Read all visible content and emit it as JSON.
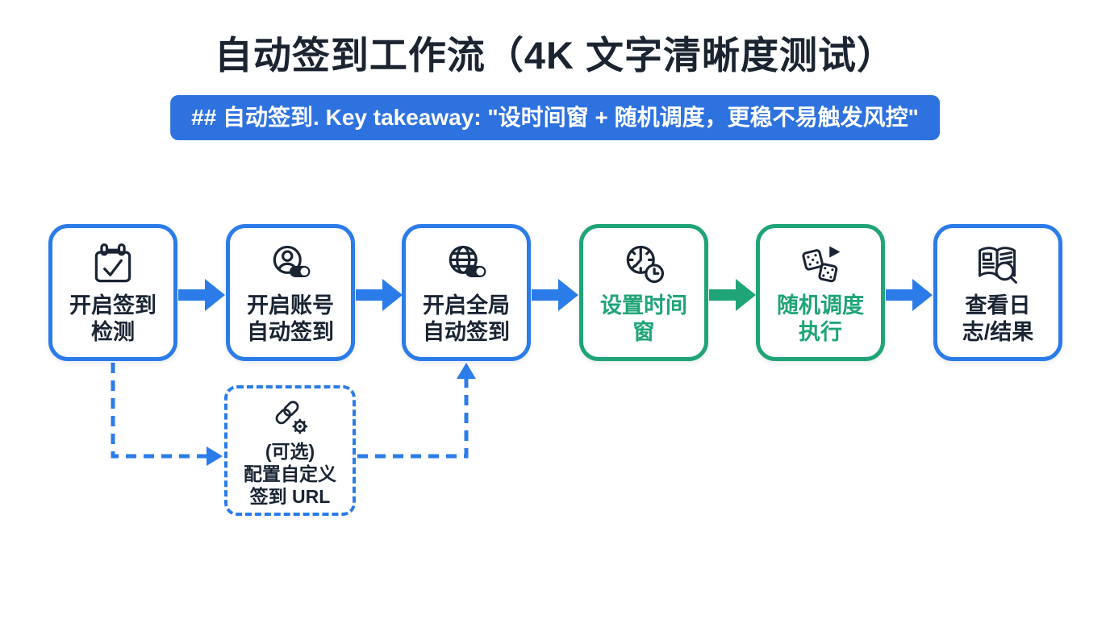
{
  "title": "自动签到工作流（4K 文字清晰度测试）",
  "banner": {
    "text": "## 自动签到. Key takeaway: \"设时间窗 + 随机调度，更稳不易触发风控\""
  },
  "colors": {
    "blue": "#2b7ce9",
    "green": "#1fa478",
    "banner_bg": "#2e72df",
    "text_dark": "#1a2433",
    "background": "#ffffff"
  },
  "flow": {
    "nodes": [
      {
        "line1": "开启签到",
        "line2": "检测",
        "icon": "calendar-check-icon",
        "accent": "blue"
      },
      {
        "line1": "开启账号",
        "line2": "自动签到",
        "icon": "user-toggle-icon",
        "accent": "blue"
      },
      {
        "line1": "开启全局",
        "line2": "自动签到",
        "icon": "globe-toggle-icon",
        "accent": "blue"
      },
      {
        "line1": "设置时间",
        "line2": "窗",
        "icon": "clock-window-icon",
        "accent": "green"
      },
      {
        "line1": "随机调度",
        "line2": "执行",
        "icon": "dice-play-icon",
        "accent": "green"
      },
      {
        "line1": "查看日",
        "line2": "志/结果",
        "icon": "book-search-icon",
        "accent": "blue"
      }
    ],
    "arrows": [
      {
        "from": 1,
        "to": 2,
        "color": "blue"
      },
      {
        "from": 2,
        "to": 3,
        "color": "blue"
      },
      {
        "from": 3,
        "to": 4,
        "color": "blue"
      },
      {
        "from": 4,
        "to": 5,
        "color": "green"
      },
      {
        "from": 5,
        "to": 6,
        "color": "blue"
      }
    ],
    "optional_node": {
      "line1": "(可选)",
      "line2": "配置自定义",
      "line3": "签到 URL",
      "icon": "link-gear-icon",
      "style": "dashed"
    },
    "optional_links": [
      {
        "from": "step-1",
        "to": "optional",
        "style": "dashed-blue"
      },
      {
        "from": "optional",
        "to": "step-3",
        "style": "dashed-blue"
      }
    ]
  }
}
